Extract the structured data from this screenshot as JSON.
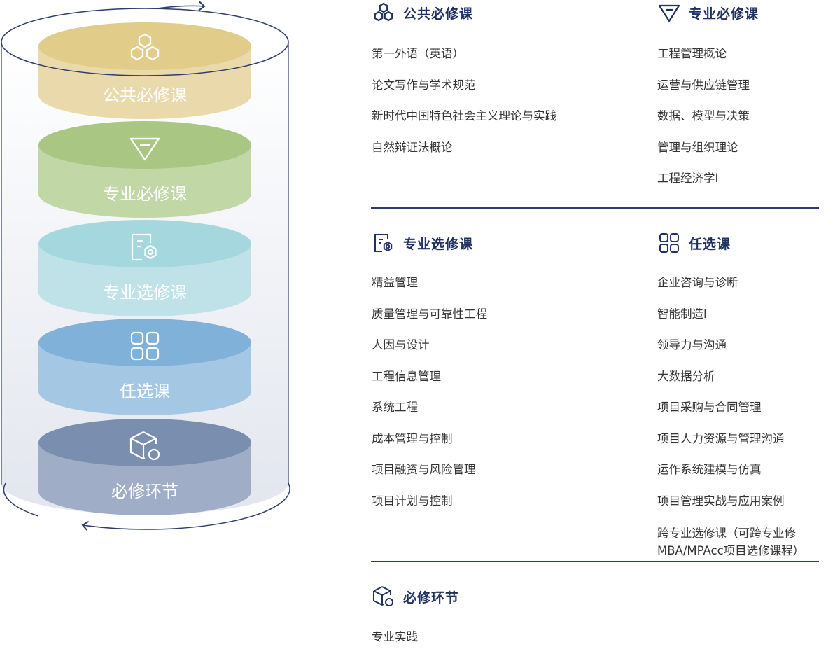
{
  "diagram": {
    "layers": [
      {
        "label": "公共必修课",
        "icon": "hexagons-icon",
        "color": "#e2cc8a"
      },
      {
        "label": "专业必修课",
        "icon": "diamond-icon",
        "color": "#a9c783"
      },
      {
        "label": "专业选修课",
        "icon": "document-gear-icon",
        "color": "#a5d7df"
      },
      {
        "label": "任选课",
        "icon": "grid-icon",
        "color": "#80b2d9"
      },
      {
        "label": "必修环节",
        "icon": "cube-icon",
        "color": "#7a8eb0"
      }
    ]
  },
  "sections": {
    "public_required": {
      "title": "公共必修课",
      "icon": "hexagons-icon",
      "items": [
        "第一外语（英语）",
        "论文写作与学术规范",
        "新时代中国特色社会主义理论与实践",
        "自然辩证法概论"
      ]
    },
    "major_required": {
      "title": "专业必修课",
      "icon": "diamond-icon",
      "items": [
        "工程管理概论",
        "运营与供应链管理",
        "数据、模型与决策",
        "管理与组织理论",
        "工程经济学I"
      ]
    },
    "major_elective": {
      "title": "专业选修课",
      "icon": "document-gear-icon",
      "items": [
        "精益管理",
        "质量管理与可靠性工程",
        "人因与设计",
        "工程信息管理",
        "系统工程",
        "成本管理与控制",
        "项目融资与风险管理",
        "项目计划与控制"
      ]
    },
    "free_elective": {
      "title": "任选课",
      "icon": "grid-icon",
      "items": [
        "企业咨询与诊断",
        "智能制造I",
        "领导力与沟通",
        "大数据分析",
        "项目采购与合同管理",
        "项目人力资源与管理沟通",
        "运作系统建模与仿真",
        "项目管理实战与应用案例",
        "跨专业选修课（可跨专业修MBA/MPAcc项目选修课程）"
      ]
    },
    "required_practice": {
      "title": "必修环节",
      "icon": "cube-icon",
      "items": [
        "专业实践"
      ]
    }
  }
}
